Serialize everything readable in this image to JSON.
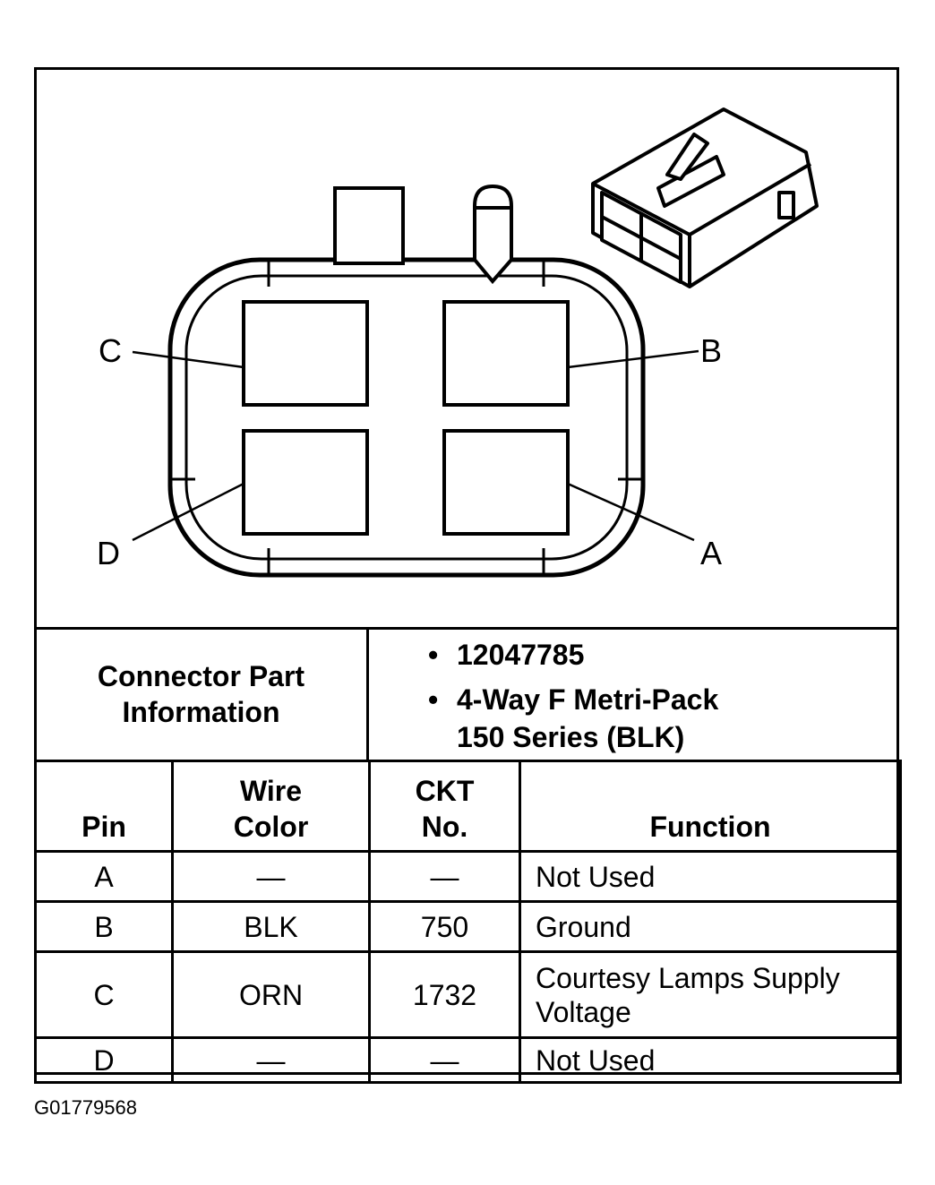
{
  "diagram": {
    "pin_labels": {
      "A": "A",
      "B": "B",
      "C": "C",
      "D": "D"
    }
  },
  "info": {
    "heading_line1": "Connector Part",
    "heading_line2": "Information",
    "bullet_symbol": "•",
    "part_number": "12047785",
    "connector_type_line1": "4-Way F Metri-Pack",
    "connector_type_line2": "150 Series (BLK)"
  },
  "table": {
    "headers": {
      "pin": "Pin",
      "wire_color_line1": "Wire",
      "wire_color_line2": "Color",
      "ckt_line1": "CKT",
      "ckt_line2": "No.",
      "function": "Function"
    },
    "rows": [
      {
        "pin": "A",
        "wire": "—",
        "ckt": "—",
        "function": "Not Used"
      },
      {
        "pin": "B",
        "wire": "BLK",
        "ckt": "750",
        "function": "Ground"
      },
      {
        "pin": "C",
        "wire": "ORN",
        "ckt": "1732",
        "function_line1": "Courtesy Lamps Supply",
        "function_line2": "Voltage"
      },
      {
        "pin": "D",
        "wire": "—",
        "ckt": "—",
        "function": "Not Used"
      }
    ]
  },
  "figure_id": "G01779568"
}
